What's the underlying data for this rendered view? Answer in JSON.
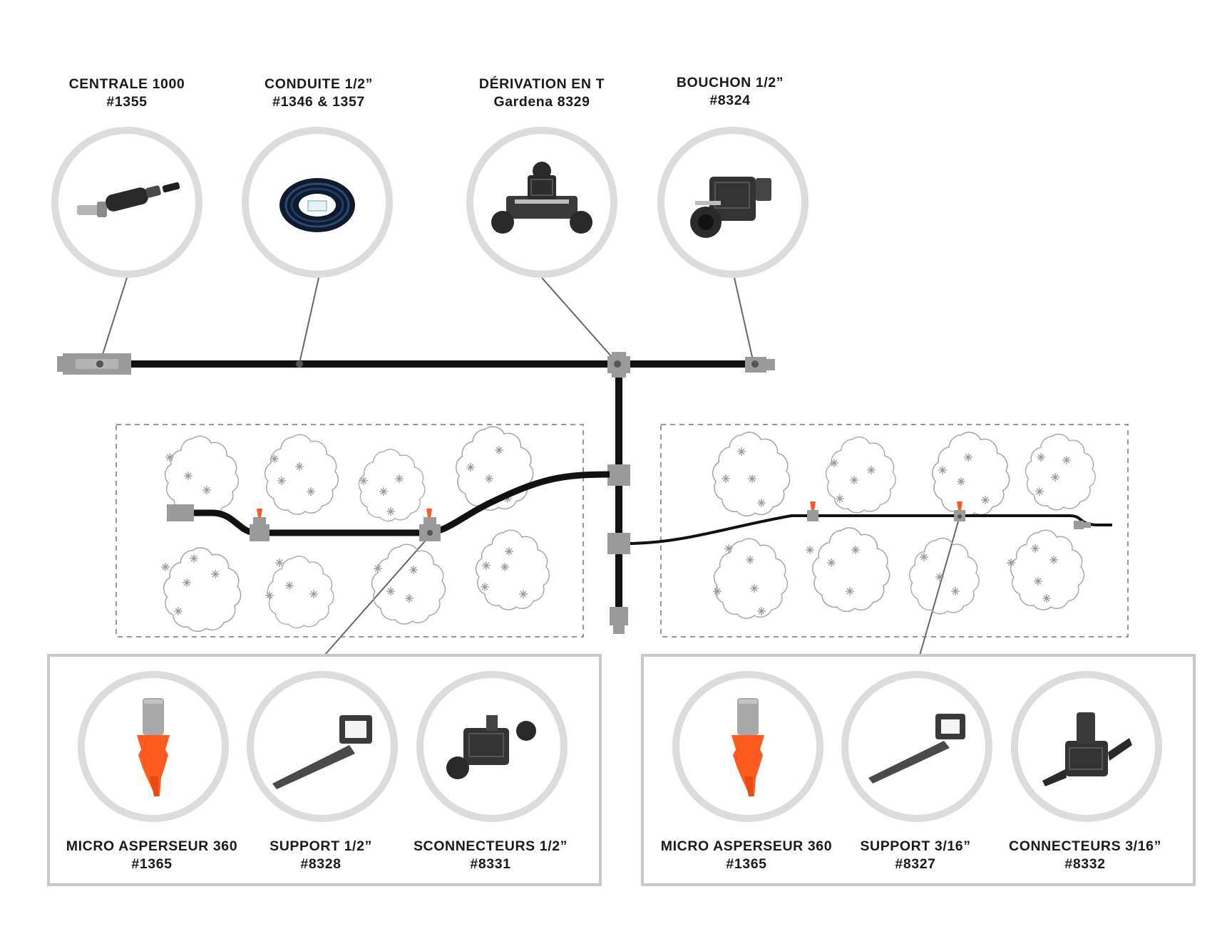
{
  "top_components": [
    {
      "name": "CENTRALE 1000",
      "code": "#1355",
      "icon": "water-timer-icon"
    },
    {
      "name": "CONDUITE 1/2”",
      "code": "#1346 & 1357",
      "icon": "hose-coil-icon"
    },
    {
      "name": "DÉRIVATION EN T",
      "code": "Gardena 8329",
      "icon": "t-connector-icon"
    },
    {
      "name": "BOUCHON 1/2”",
      "code": "#8324",
      "icon": "end-cap-icon"
    }
  ],
  "left_kit": [
    {
      "name": "MICRO ASPERSEUR 360",
      "code": "#1365",
      "icon": "micro-sprinkler-icon"
    },
    {
      "name": "SUPPORT 1/2”",
      "code": "#8328",
      "icon": "stake-support-icon"
    },
    {
      "name": "SCONNECTEURS 1/2”",
      "code": "#8331",
      "icon": "connector-icon"
    }
  ],
  "right_kit": [
    {
      "name": "MICRO ASPERSEUR 360",
      "code": "#1365",
      "icon": "micro-sprinkler-icon"
    },
    {
      "name": "SUPPORT 3/16”",
      "code": "#8327",
      "icon": "stake-support-icon"
    },
    {
      "name": "CONNECTEURS 3/16”",
      "code": "#8332",
      "icon": "connector-icon"
    }
  ],
  "colors": {
    "pipe": "#111111",
    "fitting": "#9a9a9a",
    "ring": "#dcdcdc",
    "nozzle": "#ff5a1f",
    "outline": "#a8a8a8"
  }
}
